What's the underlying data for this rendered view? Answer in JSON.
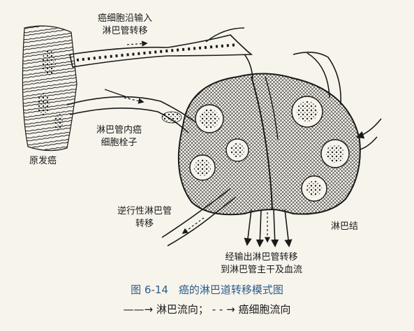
{
  "labels": {
    "cancer_along_vessel_line1": "癌细胞沿输入",
    "cancer_along_vessel_line2": "淋巴管转移",
    "primary_cancer": "原发癌",
    "embolus_line1": "淋巴管内癌",
    "embolus_line2": "细胞栓子",
    "retrograde_line1": "逆行性淋巴管",
    "retrograde_line2": "转移",
    "lymph_node": "淋巴结",
    "efferent_line1": "经输出淋巴管转移",
    "efferent_line2": "到淋巴管主干及血流"
  },
  "caption": {
    "title": "图 6-14　癌的淋巴道转移模式图",
    "legend_solid_symbol": "——→",
    "legend_solid_text": "淋巴流向；",
    "legend_dashed_symbol": "- - →",
    "legend_dashed_text": "癌细胞流向"
  },
  "colors": {
    "ink": "#1a1a1a",
    "background": "#f7f4ec",
    "caption_blue": "#2b5c8a"
  }
}
